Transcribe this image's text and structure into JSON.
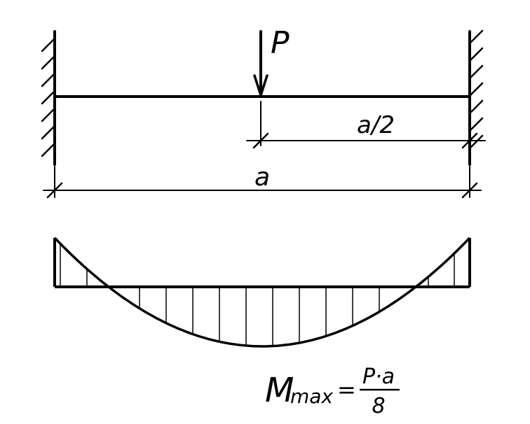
{
  "labels": {
    "force": "P",
    "half_span": "a/2",
    "span": "a",
    "moment_symbol": "M",
    "moment_subscript": "max",
    "equals": "=",
    "numerator": "P·a",
    "denominator": "8"
  },
  "colors": {
    "ink": "#000000",
    "background": "#ffffff"
  }
}
